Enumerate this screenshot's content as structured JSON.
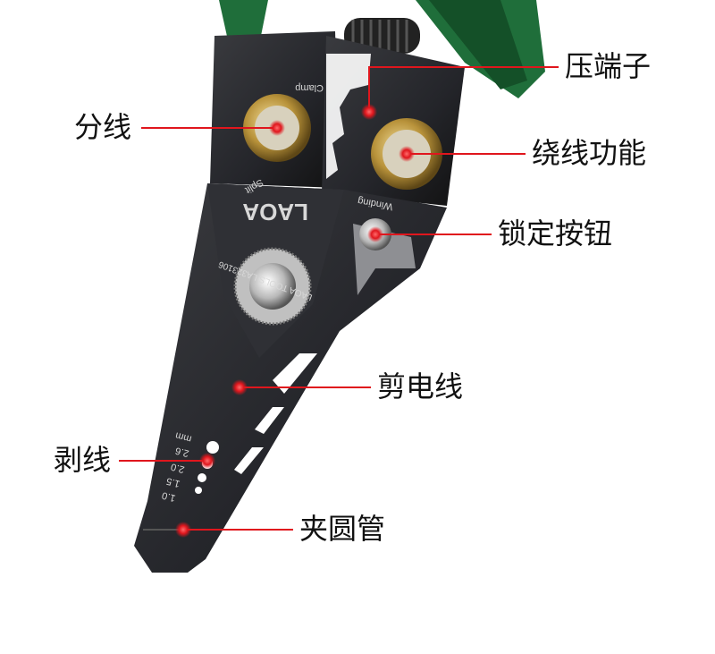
{
  "colors": {
    "accent": "#e0161d",
    "tool_body": "#2a2b2e",
    "handle_green": "#1f6e3a",
    "brass": "#c9a544"
  },
  "callouts": [
    {
      "id": "crimp",
      "text": "压端子"
    },
    {
      "id": "split",
      "text": "分线"
    },
    {
      "id": "winding",
      "text": "绕线功能"
    },
    {
      "id": "lock",
      "text": "锁定按钮"
    },
    {
      "id": "cut",
      "text": "剪电线"
    },
    {
      "id": "strip",
      "text": "剥线"
    },
    {
      "id": "pipe",
      "text": "夹圆管"
    }
  ],
  "tool_markings": {
    "clamp": "Clamp",
    "split": "Split",
    "winding": "Winding",
    "brand": "LAOA",
    "model": "LAOA TOOLS LA323106",
    "gauge_unit": "mm",
    "gauges": [
      "2.6",
      "2.0",
      "1.5",
      "1.0"
    ]
  }
}
